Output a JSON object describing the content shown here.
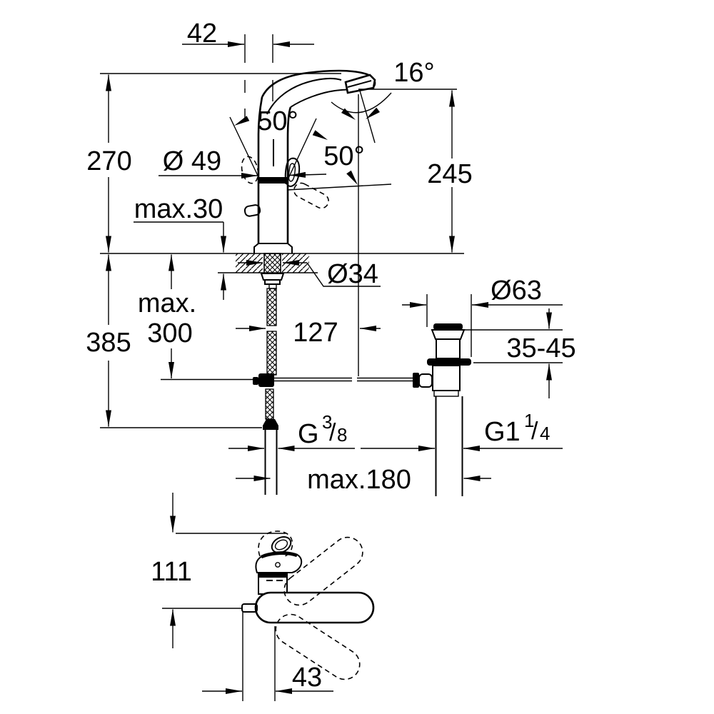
{
  "page": {
    "background": "#ffffff",
    "ink": "#000000"
  },
  "labels": {
    "d42": "42",
    "d16": "16°",
    "d50a": "50°",
    "d50b": "50°",
    "d270": "270",
    "d49": "Ø 49",
    "dmax30": "max.30",
    "d245": "245",
    "d34": "Ø34",
    "dmax_word": "max.",
    "d300": "300",
    "d385": "385",
    "d127": "127",
    "d63": "Ø63",
    "d3545": "35-45",
    "g38": {
      "main": "G",
      "sup": "3",
      "slash": "/",
      "sub": "8"
    },
    "g114": {
      "main": "G1",
      "sup": "1",
      "slash": "/",
      "sub": "4"
    },
    "dmax180": "max.180",
    "d111": "111",
    "d43": "43"
  }
}
